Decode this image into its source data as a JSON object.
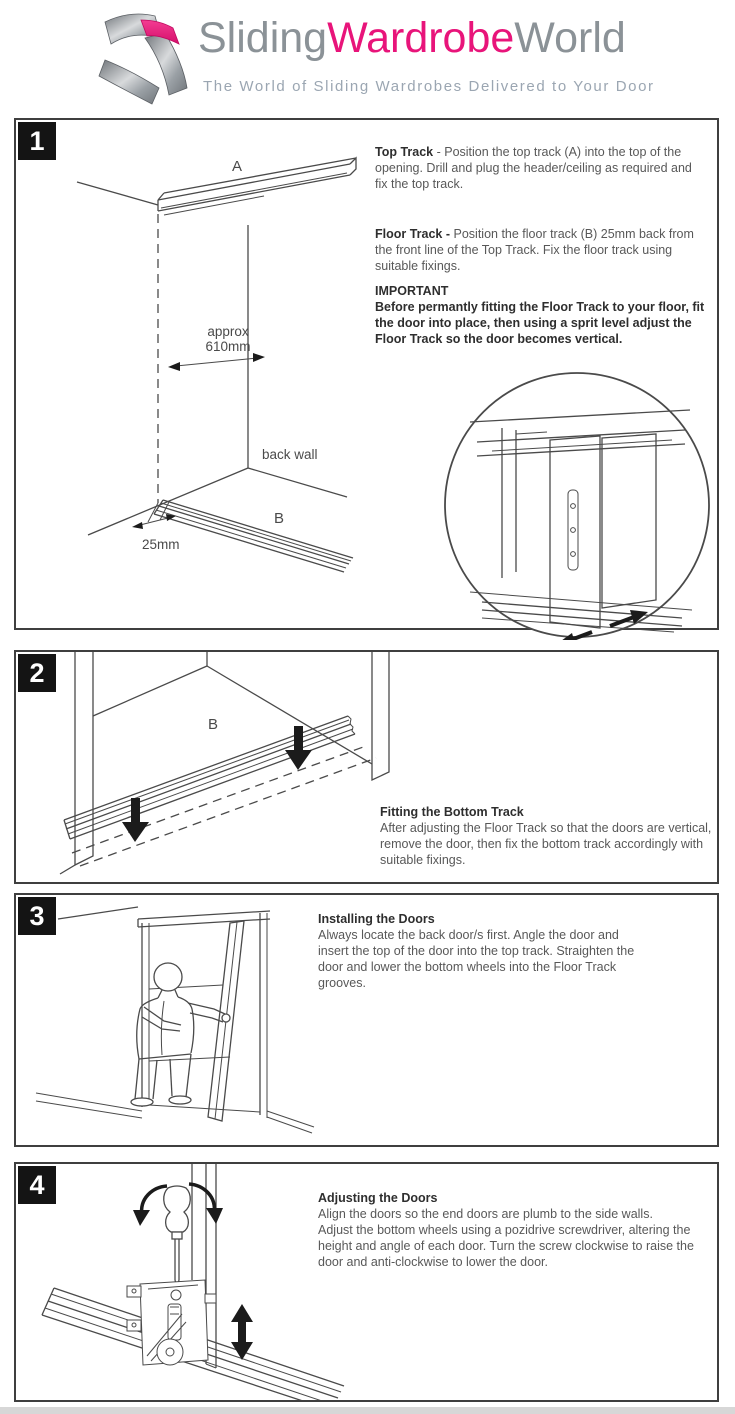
{
  "header": {
    "logo_icon": "crossed-sliding-panels-logo-icon",
    "logo_part1": "Sliding",
    "logo_part2": "Wardrobe",
    "logo_part3": "World",
    "tagline": "The World of Sliding Wardrobes Delivered to Your Door",
    "colors": {
      "brand_pink": "#e8147a",
      "logo_gray": "#8b9297",
      "tagline_gray": "#9ba6b2",
      "badge_black": "#141414"
    }
  },
  "step1": {
    "number": "1",
    "para1_title": "Top Track",
    "para1_body": " - Position the top track (A) into the top of the opening. Drill and plug the header/ceiling as required and fix the top track.",
    "para2_title": "Floor Track - ",
    "para2_body": "Position the floor track (B) 25mm back from the front line of the Top Track. Fix the floor track using suitable fixings.",
    "para3_title": "IMPORTANT",
    "para3_body": "Before permantly fitting the Floor Track to your floor, fit the door into place, then using a sprit level adjust the Floor Track so the door becomes vertical.",
    "labels": {
      "track_a": "A",
      "approx_line1": "approx",
      "approx_line2": "610mm",
      "back_wall": "back wall",
      "track_b": "B",
      "offset_25mm": "25mm"
    }
  },
  "step2": {
    "number": "2",
    "title": "Fitting the Bottom Track",
    "body": "After adjusting the Floor Track so that the doors are vertical, remove the door, then fix the bottom track accordingly with suitable fixings.",
    "labels": {
      "track_b": "B"
    }
  },
  "step3": {
    "number": "3",
    "title": "Installing the Doors",
    "body": "Always locate the back door/s first. Angle the door and insert the top of the door into the top track. Straighten the door and lower the bottom wheels into the Floor Track grooves."
  },
  "step4": {
    "number": "4",
    "title": "Adjusting the Doors",
    "body_line1": "Align the doors so the end doors are plumb to the side walls.",
    "body_line2": "Adjust the bottom wheels using a pozidrive screwdriver, altering the height and angle of each door. Turn the screw clockwise to raise the door and anti-clockwise to lower the door."
  }
}
